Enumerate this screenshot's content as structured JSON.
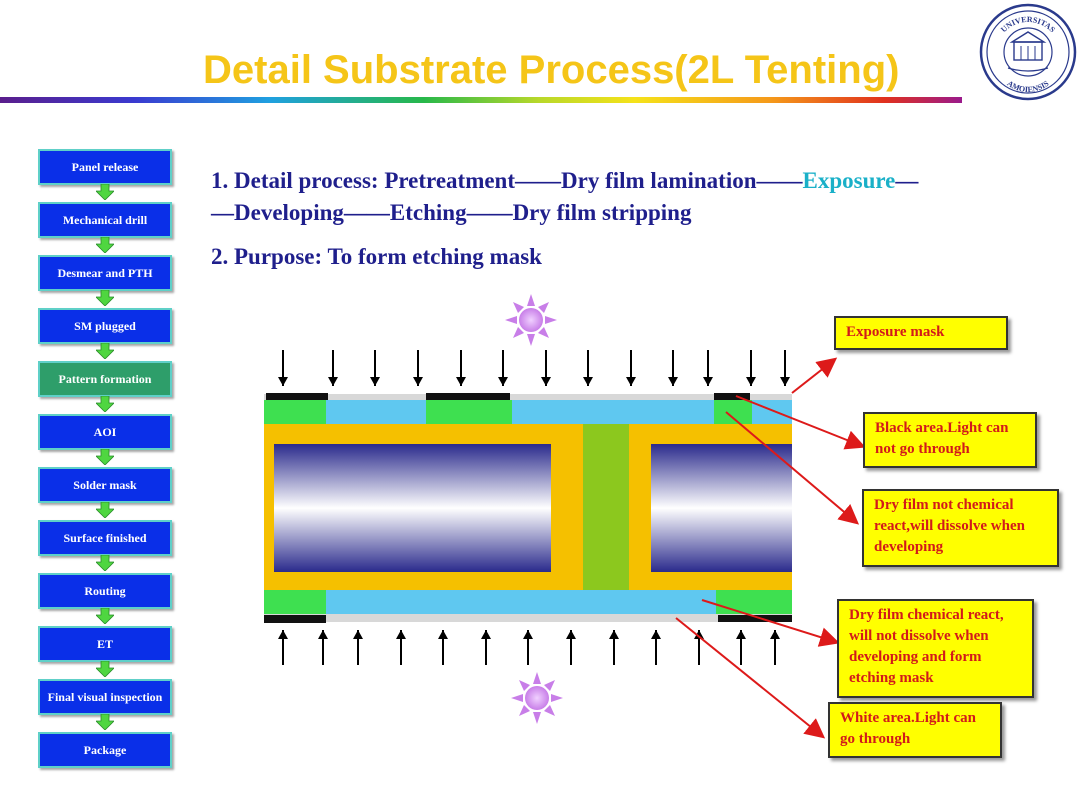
{
  "title": "Detail Substrate Process(2L Tenting)",
  "flow": [
    {
      "label": "Panel release",
      "active": false
    },
    {
      "label": "Mechanical drill",
      "active": false
    },
    {
      "label": "Desmear and PTH",
      "active": false
    },
    {
      "label": "SM plugged",
      "active": false
    },
    {
      "label": "Pattern formation",
      "active": true
    },
    {
      "label": "AOI",
      "active": false
    },
    {
      "label": "Solder mask",
      "active": false
    },
    {
      "label": "Surface finished",
      "active": false
    },
    {
      "label": "Routing",
      "active": false
    },
    {
      "label": "ET",
      "active": false
    },
    {
      "label": "Final visual inspection",
      "active": false
    },
    {
      "label": "Package",
      "active": false
    }
  ],
  "process": {
    "line1_prefix": "1. Detail process: Pretreatment——Dry film lamination——",
    "line1_highlight": "Exposure",
    "line1_suffix": "—",
    "line2": "—Developing——Etching——Dry film stripping",
    "purpose": "2. Purpose:  To form etching mask"
  },
  "notes": {
    "exposure_mask": "Exposure mask",
    "black_area": "Black area.Light can not go through",
    "dry_film_not_react": "Dry film not chemical react,will dissolve when developing",
    "dry_film_react": "Dry film chemical react, will not dissolve when developing and form etching mask",
    "white_area": "White area.Light can go through"
  },
  "seal": {
    "top_text": "UNIVERSITAS",
    "bottom_text": "AMOIENSIS"
  },
  "colors": {
    "title": "#f5c518",
    "flow_box": "#0a2fe8",
    "flow_active": "#2e9e6a",
    "text": "#1f1f8c",
    "highlight": "#1ab0c8",
    "note_bg": "#ffff00",
    "note_text": "#d21a1a",
    "core": "#f5c000",
    "dry_film_exposed": "#5fc8f0",
    "dry_film_unexposed": "#3ee050",
    "mask": "#111111",
    "arrow_red": "#dd1a1a"
  }
}
